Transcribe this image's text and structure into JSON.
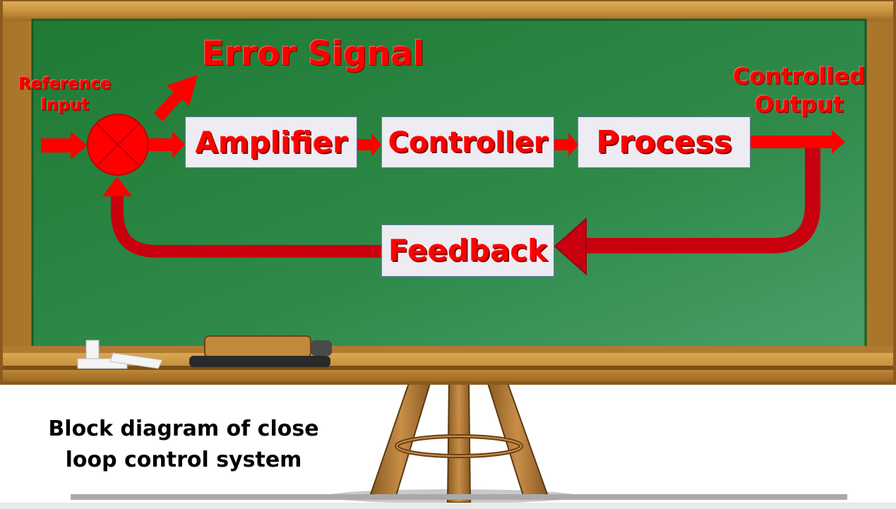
{
  "labels": {
    "reference_input": [
      "Reference",
      "Input"
    ],
    "error_signal": "Error Signal",
    "controlled_output": [
      "Controlled",
      "Output"
    ]
  },
  "blocks": {
    "amplifier": "Amplifier",
    "controller": "Controller",
    "process": "Process",
    "feedback": "Feedback"
  },
  "caption": [
    "Block diagram of close",
    "loop control system"
  ],
  "colors": {
    "board_green": "#2f8a45",
    "frame_wood": "#c8923e",
    "signal_red": "#ff0000",
    "feedback_dark_red": "#c80010",
    "block_fill": "#ececf2"
  }
}
